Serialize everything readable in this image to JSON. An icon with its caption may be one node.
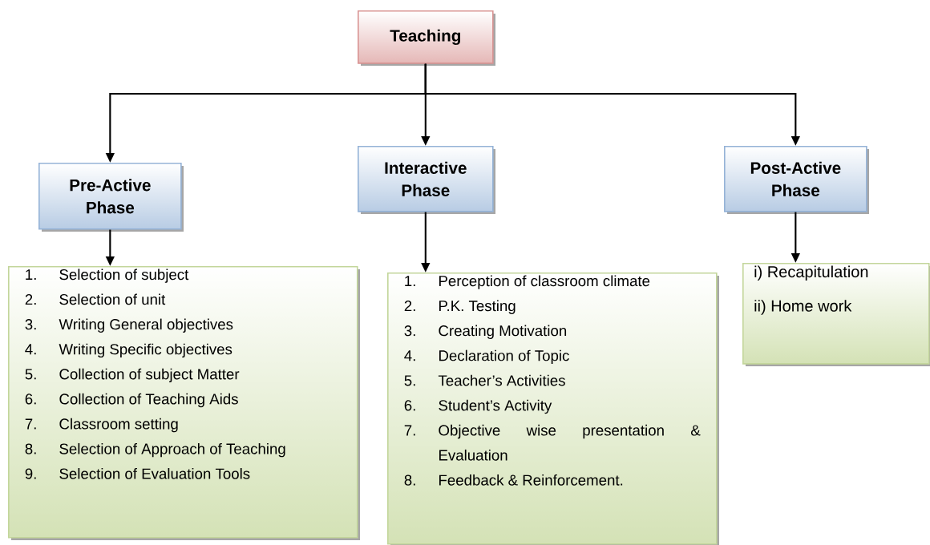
{
  "diagram": {
    "nodes": [
      {
        "text": [
          "Teaching"
        ]
      },
      {
        "text": [
          "Pre-Active Phase"
        ]
      },
      {
        "text": [
          "Interactive Phase"
        ]
      },
      {
        "text": [
          "Post-Active Phase"
        ]
      },
      {
        "text": [
          "1.",
          "Selection of subject",
          "2.",
          "Selection of unit",
          "3.",
          "Writing General objectives",
          "4.",
          "Writing Specific objectives",
          "5.",
          "Collection of subject Matter",
          "6.",
          "Collection of Teaching Aids",
          "7.",
          "Classroom setting",
          "8.",
          "Selection of Approach of Teaching",
          "9.",
          "Selection of Evaluation Tools"
        ]
      },
      {
        "text": [
          "1.",
          "Perception of classroom climate",
          "2.",
          "P.K. Testing",
          "3.",
          "Creating Motivation",
          "4.",
          "Declaration of Topic",
          "5.",
          "Teacher’s Activities",
          "6.",
          "Student’s Activity",
          "7.",
          "Objective wise presentation & Evaluation",
          "8.",
          "Feedback & Reinforcement."
        ]
      },
      {
        "text": [
          "i) Recapitulation",
          "ii) Home work"
        ]
      }
    ],
    "edges": [
      {
        "from": 0,
        "to": 1,
        "arrow": "to"
      },
      {
        "from": 0,
        "to": 2,
        "arrow": "to"
      },
      {
        "from": 0,
        "to": 3,
        "arrow": "to"
      },
      {
        "from": 1,
        "to": 4,
        "arrow": "to"
      },
      {
        "from": 2,
        "to": 5,
        "arrow": "to"
      },
      {
        "from": 3,
        "to": 6,
        "arrow": "to"
      }
    ]
  }
}
